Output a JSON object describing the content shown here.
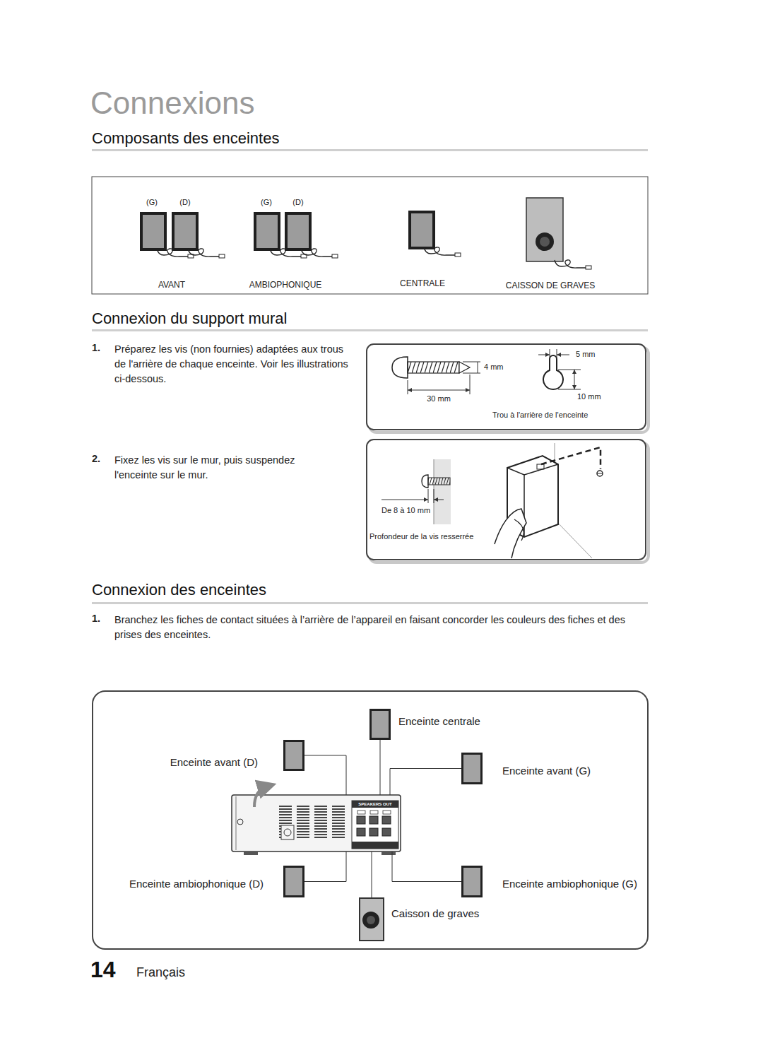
{
  "diagram": {
    "title": "Connexions",
    "nodes": [
      {
        "text": [
          "Enceinte centrale"
        ]
      },
      {
        "text": [
          "Enceinte avant (D)"
        ]
      },
      {
        "text": [
          "Enceinte avant (G)"
        ]
      },
      {
        "text": [
          "SPEAKERS OUT"
        ]
      },
      {
        "text": [
          "Enceinte ambiophonique (D)"
        ]
      },
      {
        "text": [
          "Enceinte ambiophonique (G)"
        ]
      },
      {
        "text": [
          "Caisson de graves"
        ]
      }
    ],
    "edges": [
      {
        "from": 3,
        "to": 0,
        "arrow": "none"
      },
      {
        "from": 3,
        "to": 1,
        "arrow": "none"
      },
      {
        "from": 3,
        "to": 2,
        "arrow": "none"
      },
      {
        "from": 3,
        "to": 4,
        "arrow": "none"
      },
      {
        "from": 3,
        "to": 5,
        "arrow": "none"
      },
      {
        "from": 3,
        "to": 6,
        "arrow": "none"
      }
    ],
    "labels": [
      "Composants des enceintes",
      "(G)",
      "(D)",
      "(G)",
      "(D)",
      "AVANT",
      "AMBIOPHONIQUE",
      "CENTRALE",
      "CAISSON DE GRAVES",
      "Connexion du support mural",
      "1.",
      "Préparez les vis (non fournies) adaptées aux trous de l'arrière de chaque enceinte. Voir les illustrations ci-dessous.",
      "5 mm",
      "4 mm",
      "30 mm",
      "10 mm",
      "Trou à l'arrière de l'enceinte",
      "2.",
      "Fixez les vis sur le mur, puis suspendez l'enceinte sur le mur.",
      "De 8 à 10 mm",
      "Profondeur de la vis resserrée",
      "Connexion des enceintes",
      "1.",
      "Branchez les fiches de contact situées à l’arrière de l’appareil en faisant concorder les couleurs des fiches et des prises des enceintes.",
      "14",
      "Français"
    ]
  }
}
